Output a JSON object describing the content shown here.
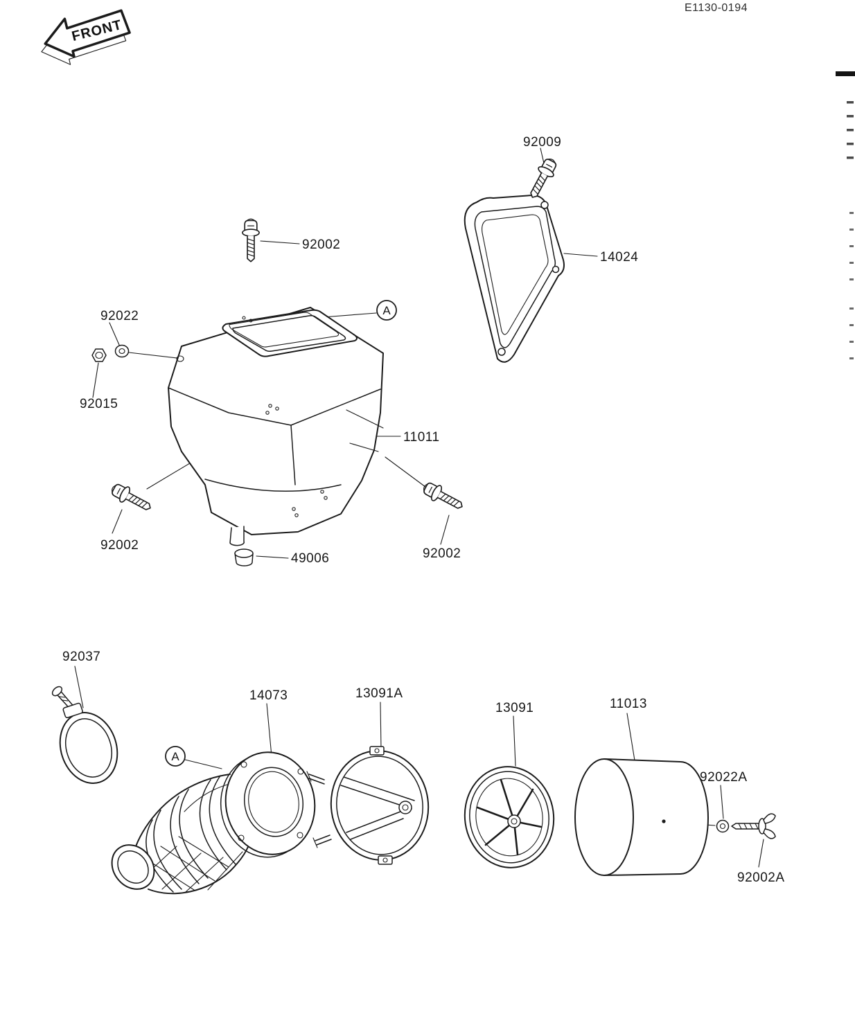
{
  "page": {
    "doc_code": "E1130-0194",
    "front_marker": "FRONT",
    "view_marker": "A"
  },
  "colors": {
    "ink": "#1b1b1b",
    "paper": "#ffffff"
  },
  "callouts": [
    {
      "id": "92009",
      "text": "92009"
    },
    {
      "id": "14024",
      "text": "14024"
    },
    {
      "id": "92002-top",
      "text": "92002"
    },
    {
      "id": "92022",
      "text": "92022"
    },
    {
      "id": "92015",
      "text": "92015"
    },
    {
      "id": "11011",
      "text": "11011"
    },
    {
      "id": "92002-left",
      "text": "92002"
    },
    {
      "id": "49006",
      "text": "49006"
    },
    {
      "id": "92002-right",
      "text": "92002"
    },
    {
      "id": "92037",
      "text": "92037"
    },
    {
      "id": "14073",
      "text": "14073"
    },
    {
      "id": "13091A",
      "text": "13091A"
    },
    {
      "id": "13091",
      "text": "13091"
    },
    {
      "id": "11013",
      "text": "11013"
    },
    {
      "id": "92022A",
      "text": "92022A"
    },
    {
      "id": "92002A",
      "text": "92002A"
    }
  ]
}
